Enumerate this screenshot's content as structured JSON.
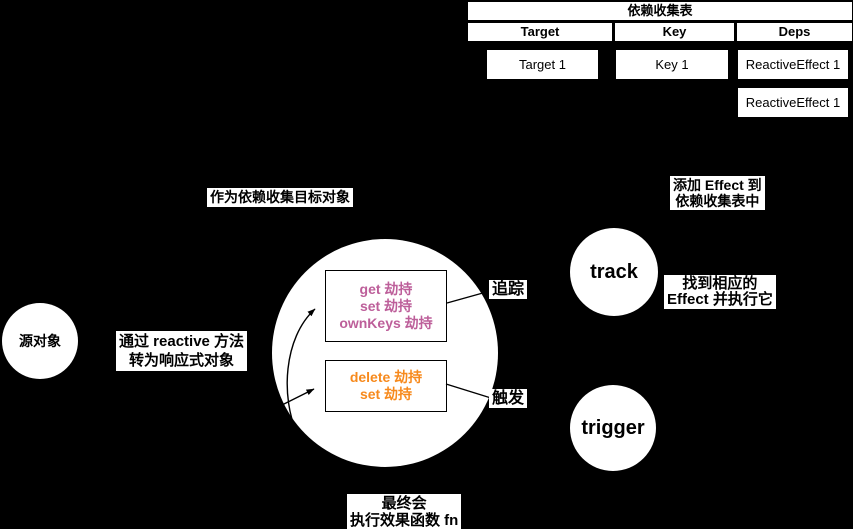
{
  "colors": {
    "background": "#000000",
    "shape_fill": "#ffffff",
    "line": "#000000",
    "get_box_text": "#bd5f9a",
    "delete_box_text": "#f78a1d"
  },
  "table": {
    "title": "依赖收集表",
    "columns": [
      "Target",
      "Key",
      "Deps"
    ],
    "cells": {
      "target": "Target 1",
      "key": "Key 1",
      "dep1": "ReactiveEffect 1",
      "dep2": "ReactiveEffect 1"
    }
  },
  "nodes": {
    "source": "源对象",
    "track": "track",
    "trigger": "trigger",
    "proxy_get": [
      "get 劫持",
      "set 劫持",
      "ownKeys 劫持"
    ],
    "proxy_mutate": [
      "delete 劫持",
      "set 劫持"
    ]
  },
  "labels": {
    "target_object": "作为依赖收集目标对象",
    "reactive": [
      "通过 reactive 方法",
      "转为响应式对象"
    ],
    "add_effect": [
      "添加 Effect 到",
      "依赖收集表中"
    ],
    "find_effect": [
      "找到相应的",
      "Effect 并执行它"
    ],
    "tracking": "追踪",
    "triggering": "触发",
    "final": [
      "最终会",
      "执行效果函数 fn"
    ]
  }
}
